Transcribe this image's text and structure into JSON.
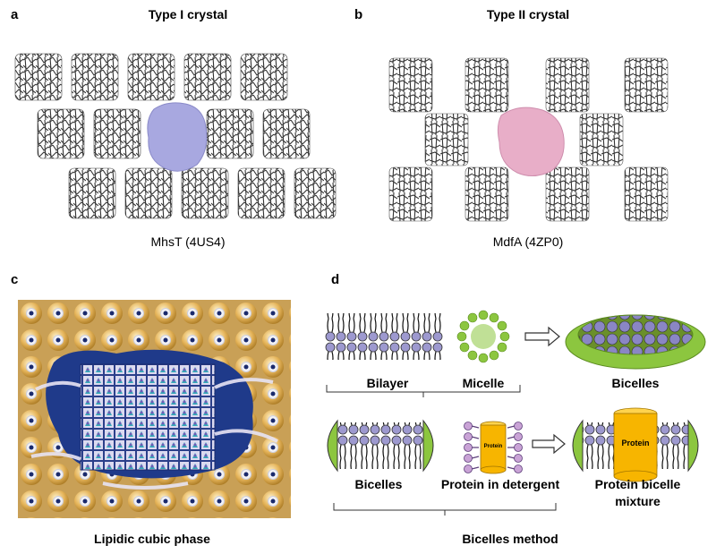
{
  "panels": {
    "a": {
      "letter": "a",
      "title": "Type I crystal",
      "caption": "MhsT (4US4)",
      "surface_color": "#a8a8e0"
    },
    "b": {
      "letter": "b",
      "title": "Type II crystal",
      "caption": "MdfA (4ZP0)",
      "surface_color": "#e8aec8"
    },
    "c": {
      "letter": "c",
      "caption": "Lipidic cubic phase"
    },
    "d": {
      "letter": "d",
      "labels": {
        "bilayer": "Bilayer",
        "micelle": "Micelle",
        "bicelles_top": "Bicelles",
        "bicelles_bottom": "Bicelles",
        "protein_in_detergent": "Protein in detergent",
        "protein_bicelle_line1": "Protein bicelle",
        "protein_bicelle_line2": "mixture",
        "protein_small": "Protein",
        "protein_large": "Protein"
      },
      "caption": "Bicelles method",
      "colors": {
        "headgroup": "#9d99cf",
        "detergent": "#8cc63f",
        "protein": "#f7b500",
        "lipid_alt": "#c9a3d6"
      }
    }
  }
}
